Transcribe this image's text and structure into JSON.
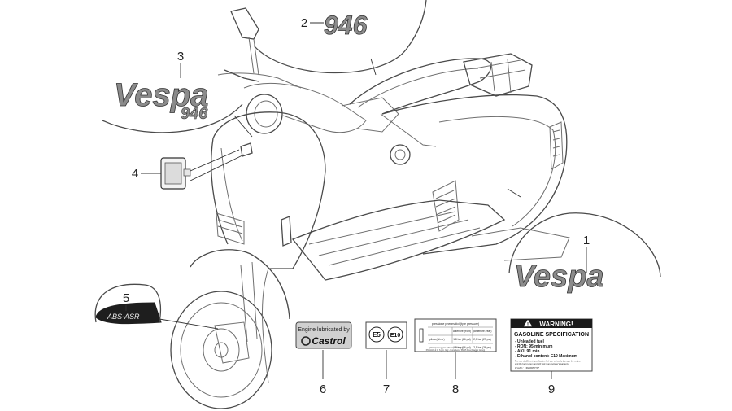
{
  "callouts": [
    "1",
    "2",
    "3",
    "4",
    "5",
    "6",
    "7",
    "8",
    "9"
  ],
  "logos": {
    "vespa_script": "Vespa",
    "model_946": "946",
    "abs": "ABS-ASR"
  },
  "decal_castrol": {
    "line1": "Engine lubricated by",
    "brand": "Castrol"
  },
  "decal_fuel": {
    "e5": "E5",
    "e10": "E10"
  },
  "decal_tyre": {
    "title": "pressione pneumatici (tyre pressure)",
    "col1": "anteriore (front)",
    "col2": "posteriore (rear)",
    "row1": "pilota (driver)",
    "row2": "pilota/passeggero (driver/passenger)",
    "r1c1": "1,8 bar (26 psi)",
    "r1c2": "2,0 bar (29 psi)",
    "r2c1": "1,8 bar (26 psi)",
    "r2c2": "2,5 bar (36 psi)",
    "footer": "PIAGGIO & C. S.p.A. Italy - Pontedera - 56025 Pisa (Piaggio Group)"
  },
  "decal_warning": {
    "header": "WARNING!",
    "title": "GASOLINE SPECIFICATION",
    "l1": "- Unleaded fuel",
    "l2": "- RON: 95 minimum",
    "l3": "- AKI: 91 min",
    "l4": "- Ethanol content: E10 Maximum",
    "l5": "The use of different specification fuel can seriously damage the engine",
    "l6": "and the fuel system and will void manufacturer's warranty.",
    "code": "Code: 1B006237"
  }
}
